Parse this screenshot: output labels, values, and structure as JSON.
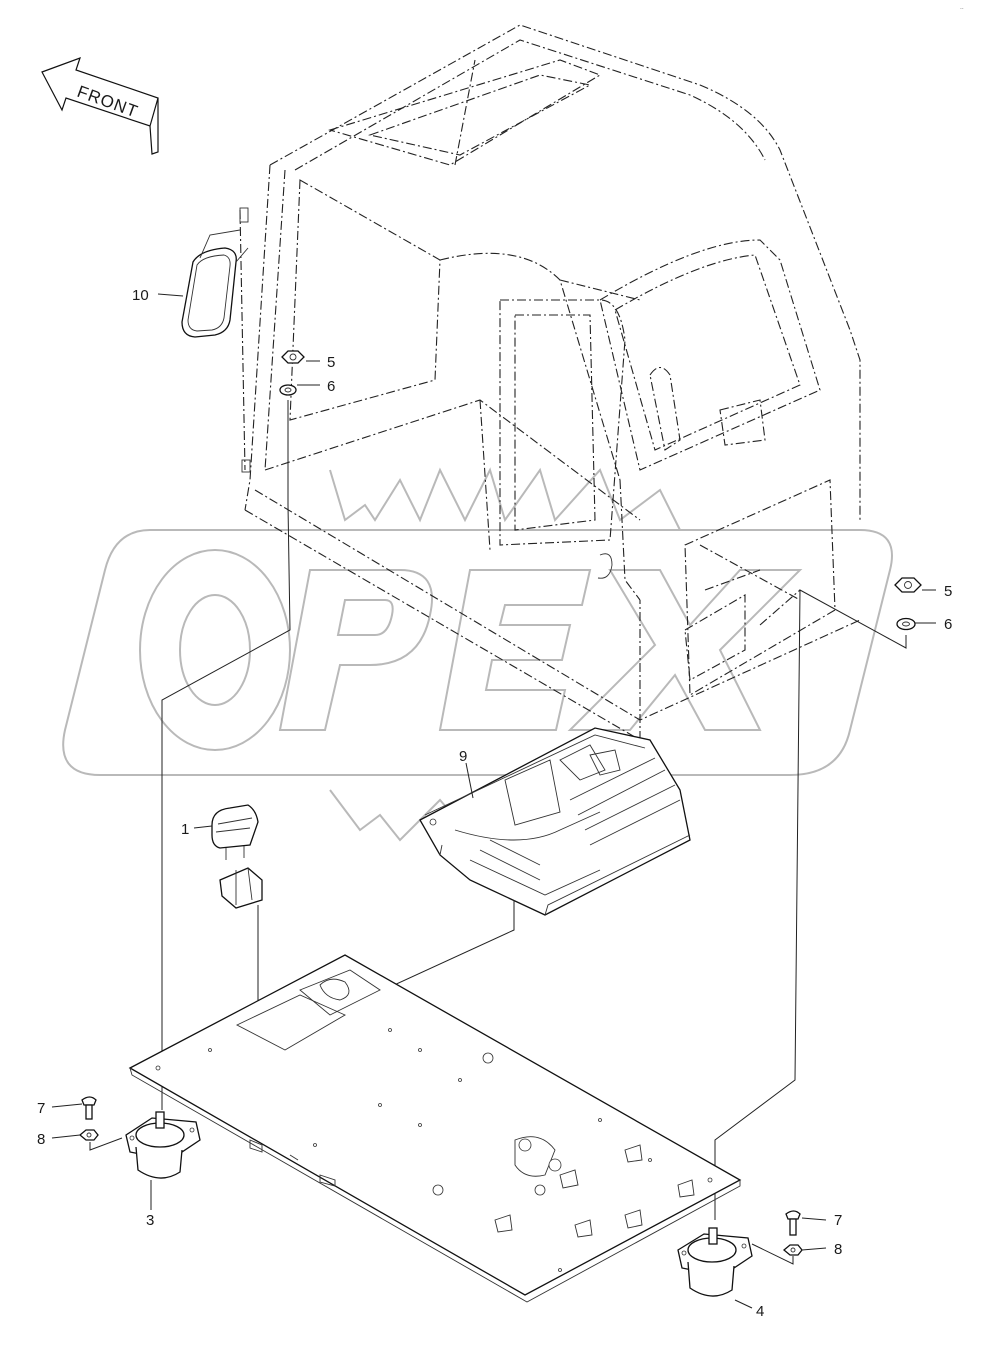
{
  "watermark": {
    "text": "OPEX",
    "color": "#b9b9b9"
  },
  "direction_arrow": {
    "label": "FRONT"
  },
  "corner_mark": "..",
  "callouts": [
    {
      "id": "10",
      "label": "10"
    },
    {
      "id": "5a",
      "label": "5"
    },
    {
      "id": "6a",
      "label": "6"
    },
    {
      "id": "5b",
      "label": "5"
    },
    {
      "id": "6b",
      "label": "6"
    },
    {
      "id": "9",
      "label": "9"
    },
    {
      "id": "1",
      "label": "1"
    },
    {
      "id": "7a",
      "label": "7"
    },
    {
      "id": "8a",
      "label": "8"
    },
    {
      "id": "3",
      "label": "3"
    },
    {
      "id": "7b",
      "label": "7"
    },
    {
      "id": "8b",
      "label": "8"
    },
    {
      "id": "4",
      "label": "4"
    }
  ],
  "parts": {
    "cab": "cab-frame",
    "mirror": "mirror",
    "floor_mat": "floor-mat",
    "floor_plate": "floor-plate",
    "mount_left": "mount",
    "mount_right": "mount",
    "switch": "switch"
  }
}
